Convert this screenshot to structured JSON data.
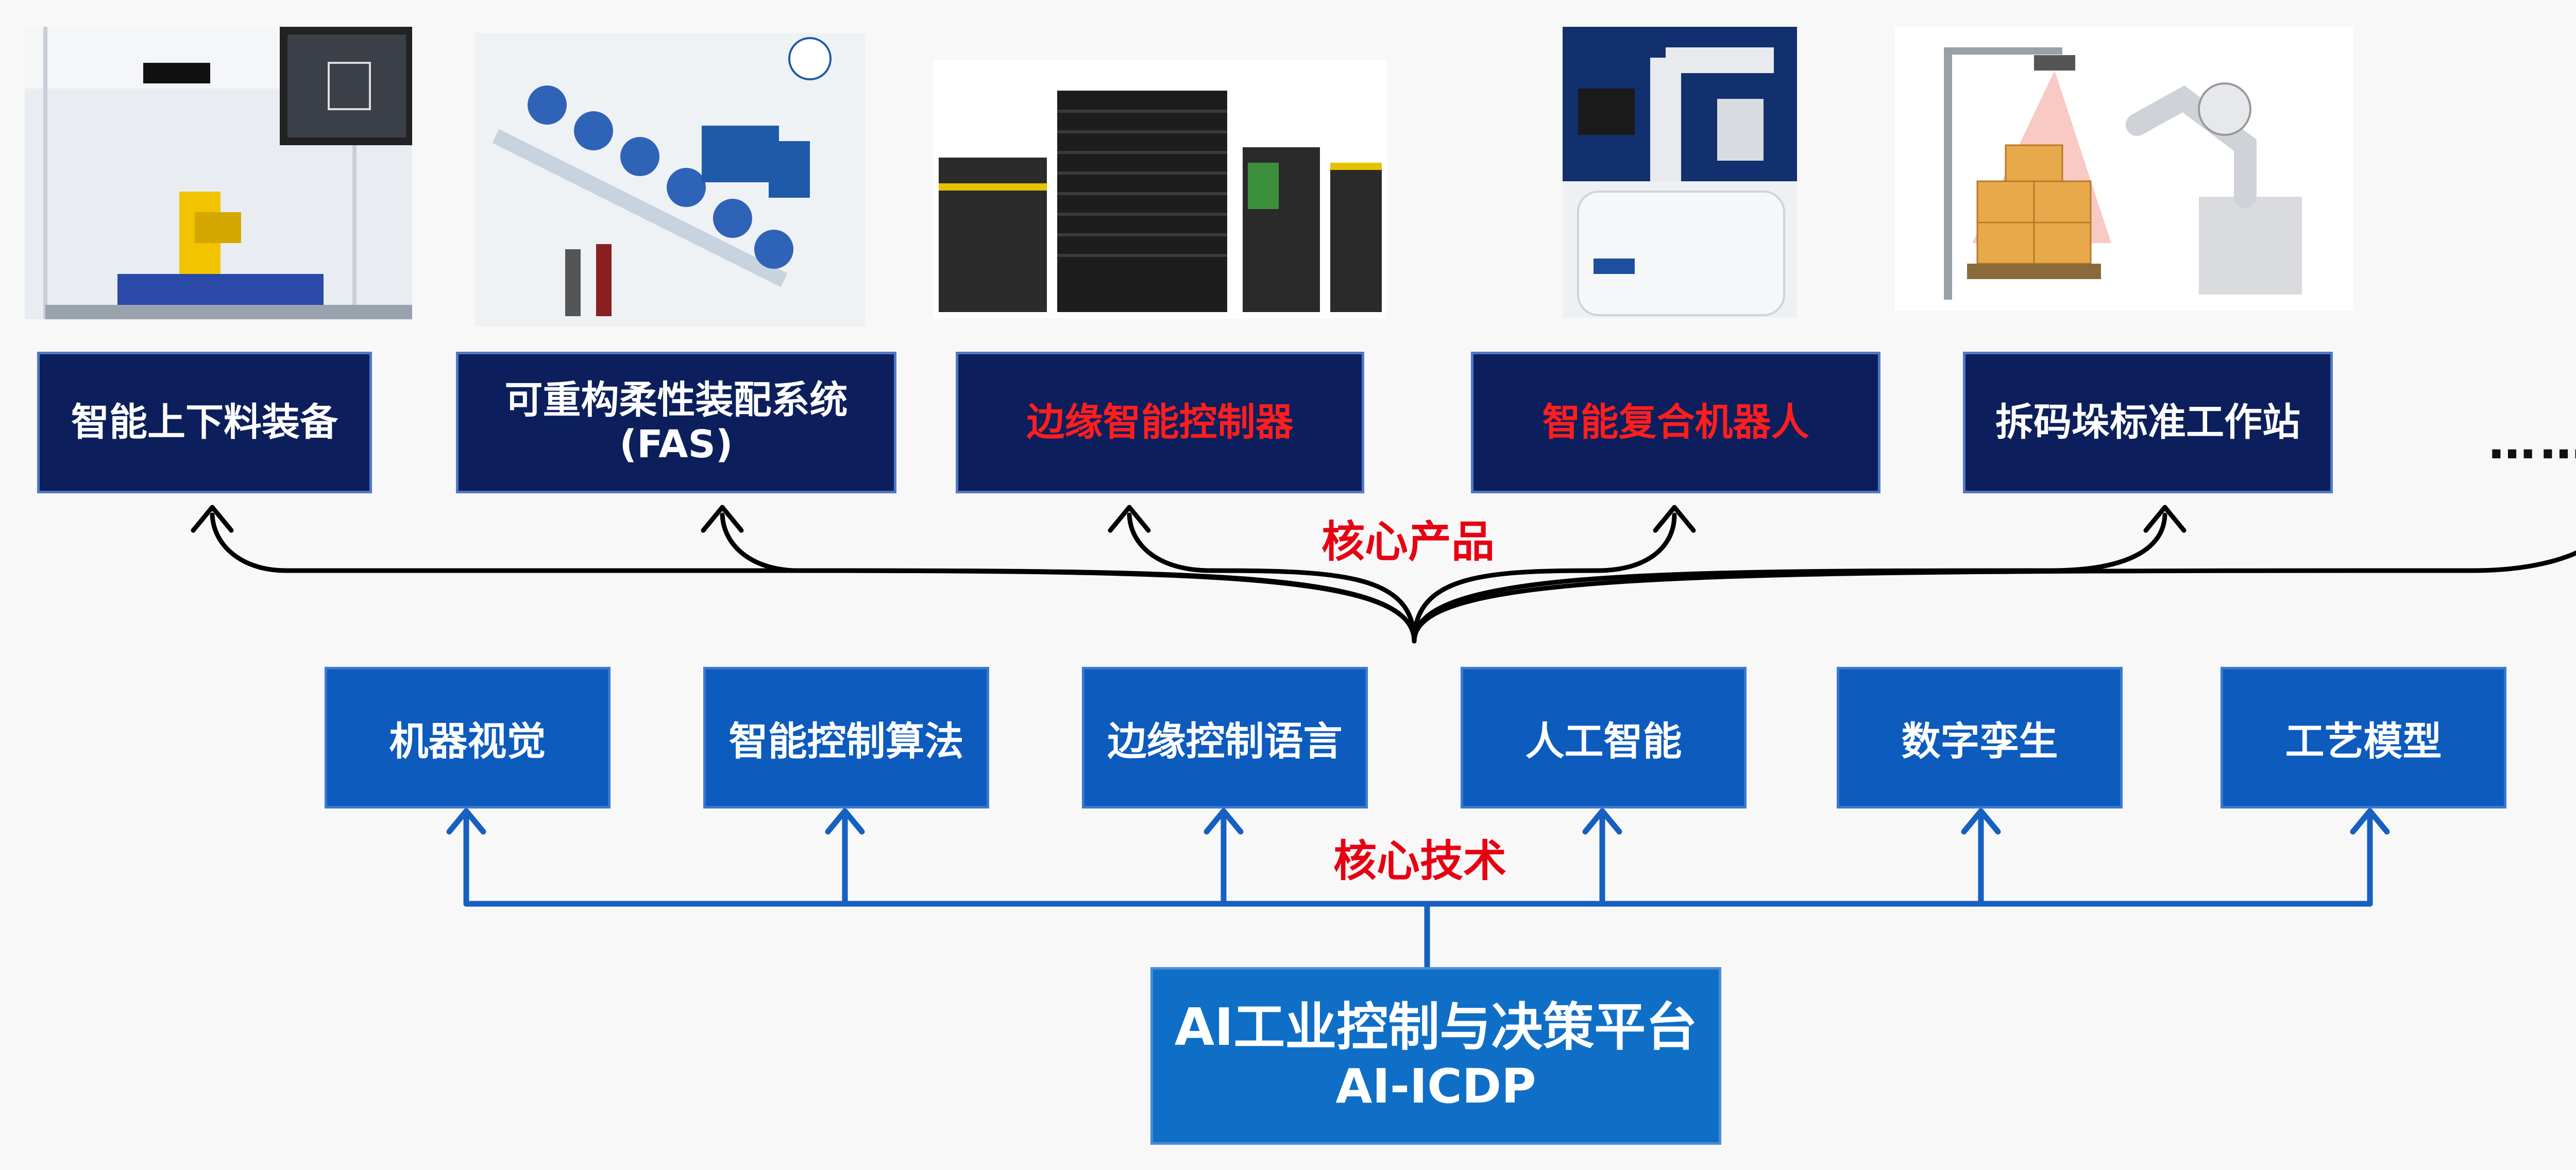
{
  "products": [
    {
      "id": "loading",
      "label": "智能上下料装备",
      "color": "#ffffff",
      "image": "yellow-robot-arm-cell"
    },
    {
      "id": "fas",
      "label": "可重构柔性装配系统",
      "label2": "(FAS)",
      "color": "#ffffff",
      "image": "flexible-assembly-line"
    },
    {
      "id": "edge-controller",
      "label": "边缘智能控制器",
      "color": "#ff1e1e",
      "image": "edge-controller-devices"
    },
    {
      "id": "composite-robot",
      "label": "智能复合机器人",
      "color": "#ff1e1e",
      "image": "mobile-composite-robot"
    },
    {
      "id": "palletizing",
      "label": "拆码垛标准工作站",
      "color": "#ffffff",
      "image": "palletizing-station"
    }
  ],
  "products_more": "……",
  "core_products_caption": "核心产品",
  "technologies": [
    {
      "id": "machine-vision",
      "label": "机器视觉"
    },
    {
      "id": "control-algorithm",
      "label": "智能控制算法"
    },
    {
      "id": "edge-language",
      "label": "边缘控制语言"
    },
    {
      "id": "ai",
      "label": "人工智能"
    },
    {
      "id": "digital-twin",
      "label": "数字孪生"
    },
    {
      "id": "process-model",
      "label": "工艺模型"
    }
  ],
  "core_tech_caption": "核心技术",
  "platform": {
    "title": "AI工业控制与决策平台",
    "subtitle": "AI-ICDP"
  },
  "colors": {
    "product_bg": "#0c1f5c",
    "tech_bg": "#0c5bbd",
    "platform_bg": "#0f6fc7",
    "caption_red": "#e60012",
    "highlight_red": "#ff1e1e",
    "tech_arrow": "#1560c0",
    "product_arrow": "#000000"
  }
}
